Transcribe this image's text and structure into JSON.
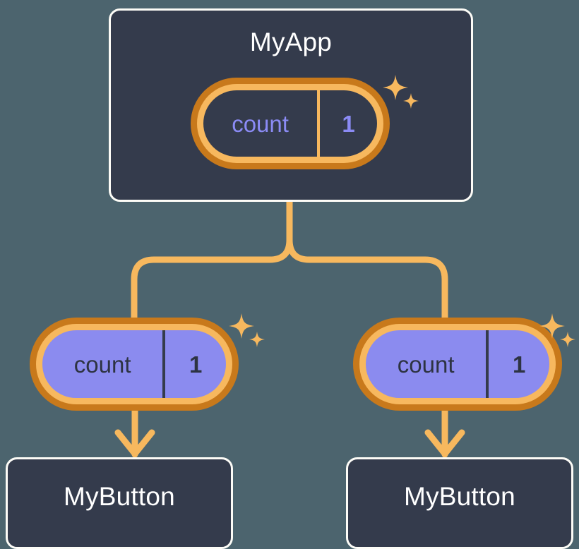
{
  "theme": {
    "page_background": "#4c646e",
    "node_fill": "#343b4c",
    "node_border": "#fdfcf7",
    "pill_outer_ring": "#c8791b",
    "pill_inner_ring": "#f7b85e",
    "pill_child_fill": "#8b8bef",
    "accent_purple": "#8b8bf5",
    "connector": "#f7b85e",
    "text_light": "#ffffff",
    "text_dark": "#2d3342"
  },
  "diagram": {
    "type": "component-tree",
    "root": {
      "title": "MyApp",
      "state": {
        "key": "count",
        "value": "1"
      },
      "sparkle_icon": "sparkles-icon"
    },
    "children": [
      {
        "position": "left",
        "state": {
          "key": "count",
          "value": "1"
        },
        "sparkle_icon": "sparkles-icon",
        "target": {
          "title": "MyButton"
        },
        "arrow_icon": "arrow-down-icon"
      },
      {
        "position": "right",
        "state": {
          "key": "count",
          "value": "1"
        },
        "sparkle_icon": "sparkles-icon",
        "target": {
          "title": "MyButton"
        },
        "arrow_icon": "arrow-down-icon"
      }
    ]
  }
}
